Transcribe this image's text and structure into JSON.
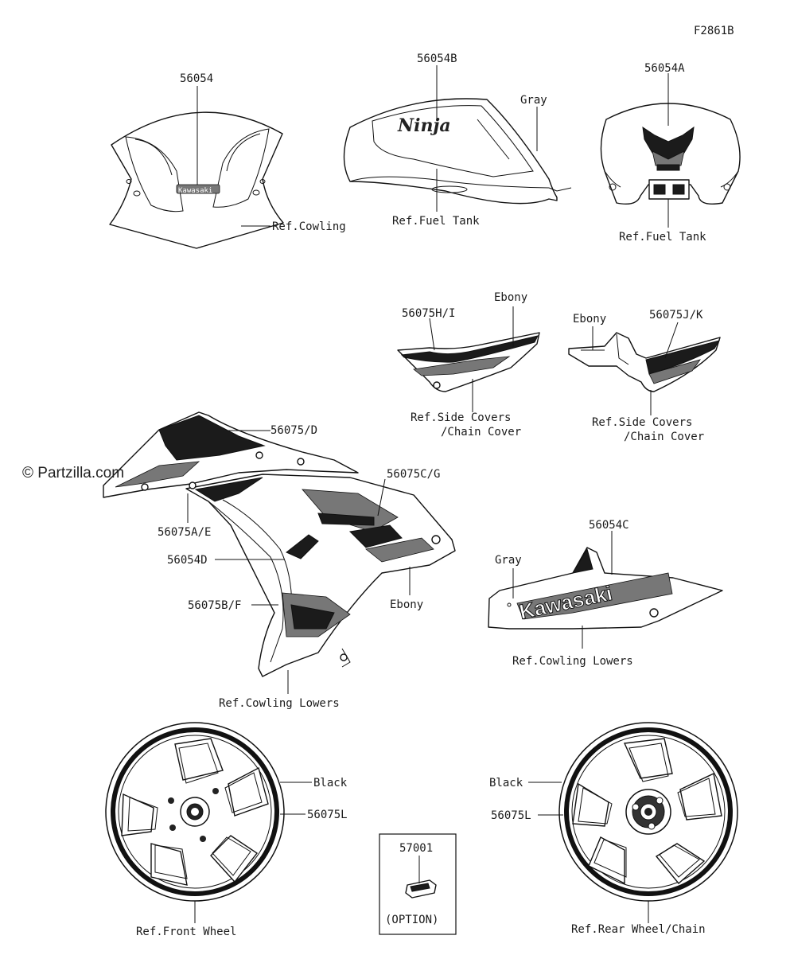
{
  "figure_code": "F2861B",
  "watermark": "© Partzilla.com",
  "labels": {
    "p56054": "56054",
    "ref_cowling": "Ref.Cowling",
    "p56054B": "56054B",
    "gray_tank": "Gray",
    "ref_fuel_tank_1": "Ref.Fuel Tank",
    "p56054A": "56054A",
    "ref_fuel_tank_2": "Ref.Fuel Tank",
    "p56075HI": "56075H/I",
    "ebony_side": "Ebony",
    "ref_side_covers_1a": "Ref.Side Covers",
    "ref_side_covers_1b": "/Chain Cover",
    "ebony_tail": "Ebony",
    "p56075JK": "56075J/K",
    "ref_side_covers_2a": "Ref.Side Covers",
    "ref_side_covers_2b": "/Chain Cover",
    "p56075D": "56075/D",
    "p56075CG": "56075C/G",
    "p56075AE": "56075A/E",
    "p56054D": "56054D",
    "p56075BF": "56075B/F",
    "ebony_cowl": "Ebony",
    "ref_cowling_lowers_1": "Ref.Cowling Lowers",
    "p56054C": "56054C",
    "gray_lower": "Gray",
    "ref_cowling_lowers_2": "Ref.Cowling Lowers",
    "black_front": "Black",
    "p56075L_front": "56075L",
    "ref_front_wheel": "Ref.Front Wheel",
    "p57001": "57001",
    "option": "(OPTION)",
    "black_rear": "Black",
    "p56075L_rear": "56075L",
    "ref_rear_wheel": "Ref.Rear Wheel/Chain"
  },
  "decals": {
    "ninja": "Ninja",
    "kawasaki_screen": "Kawasaki",
    "kawasaki_lower": "Kawasaki"
  }
}
